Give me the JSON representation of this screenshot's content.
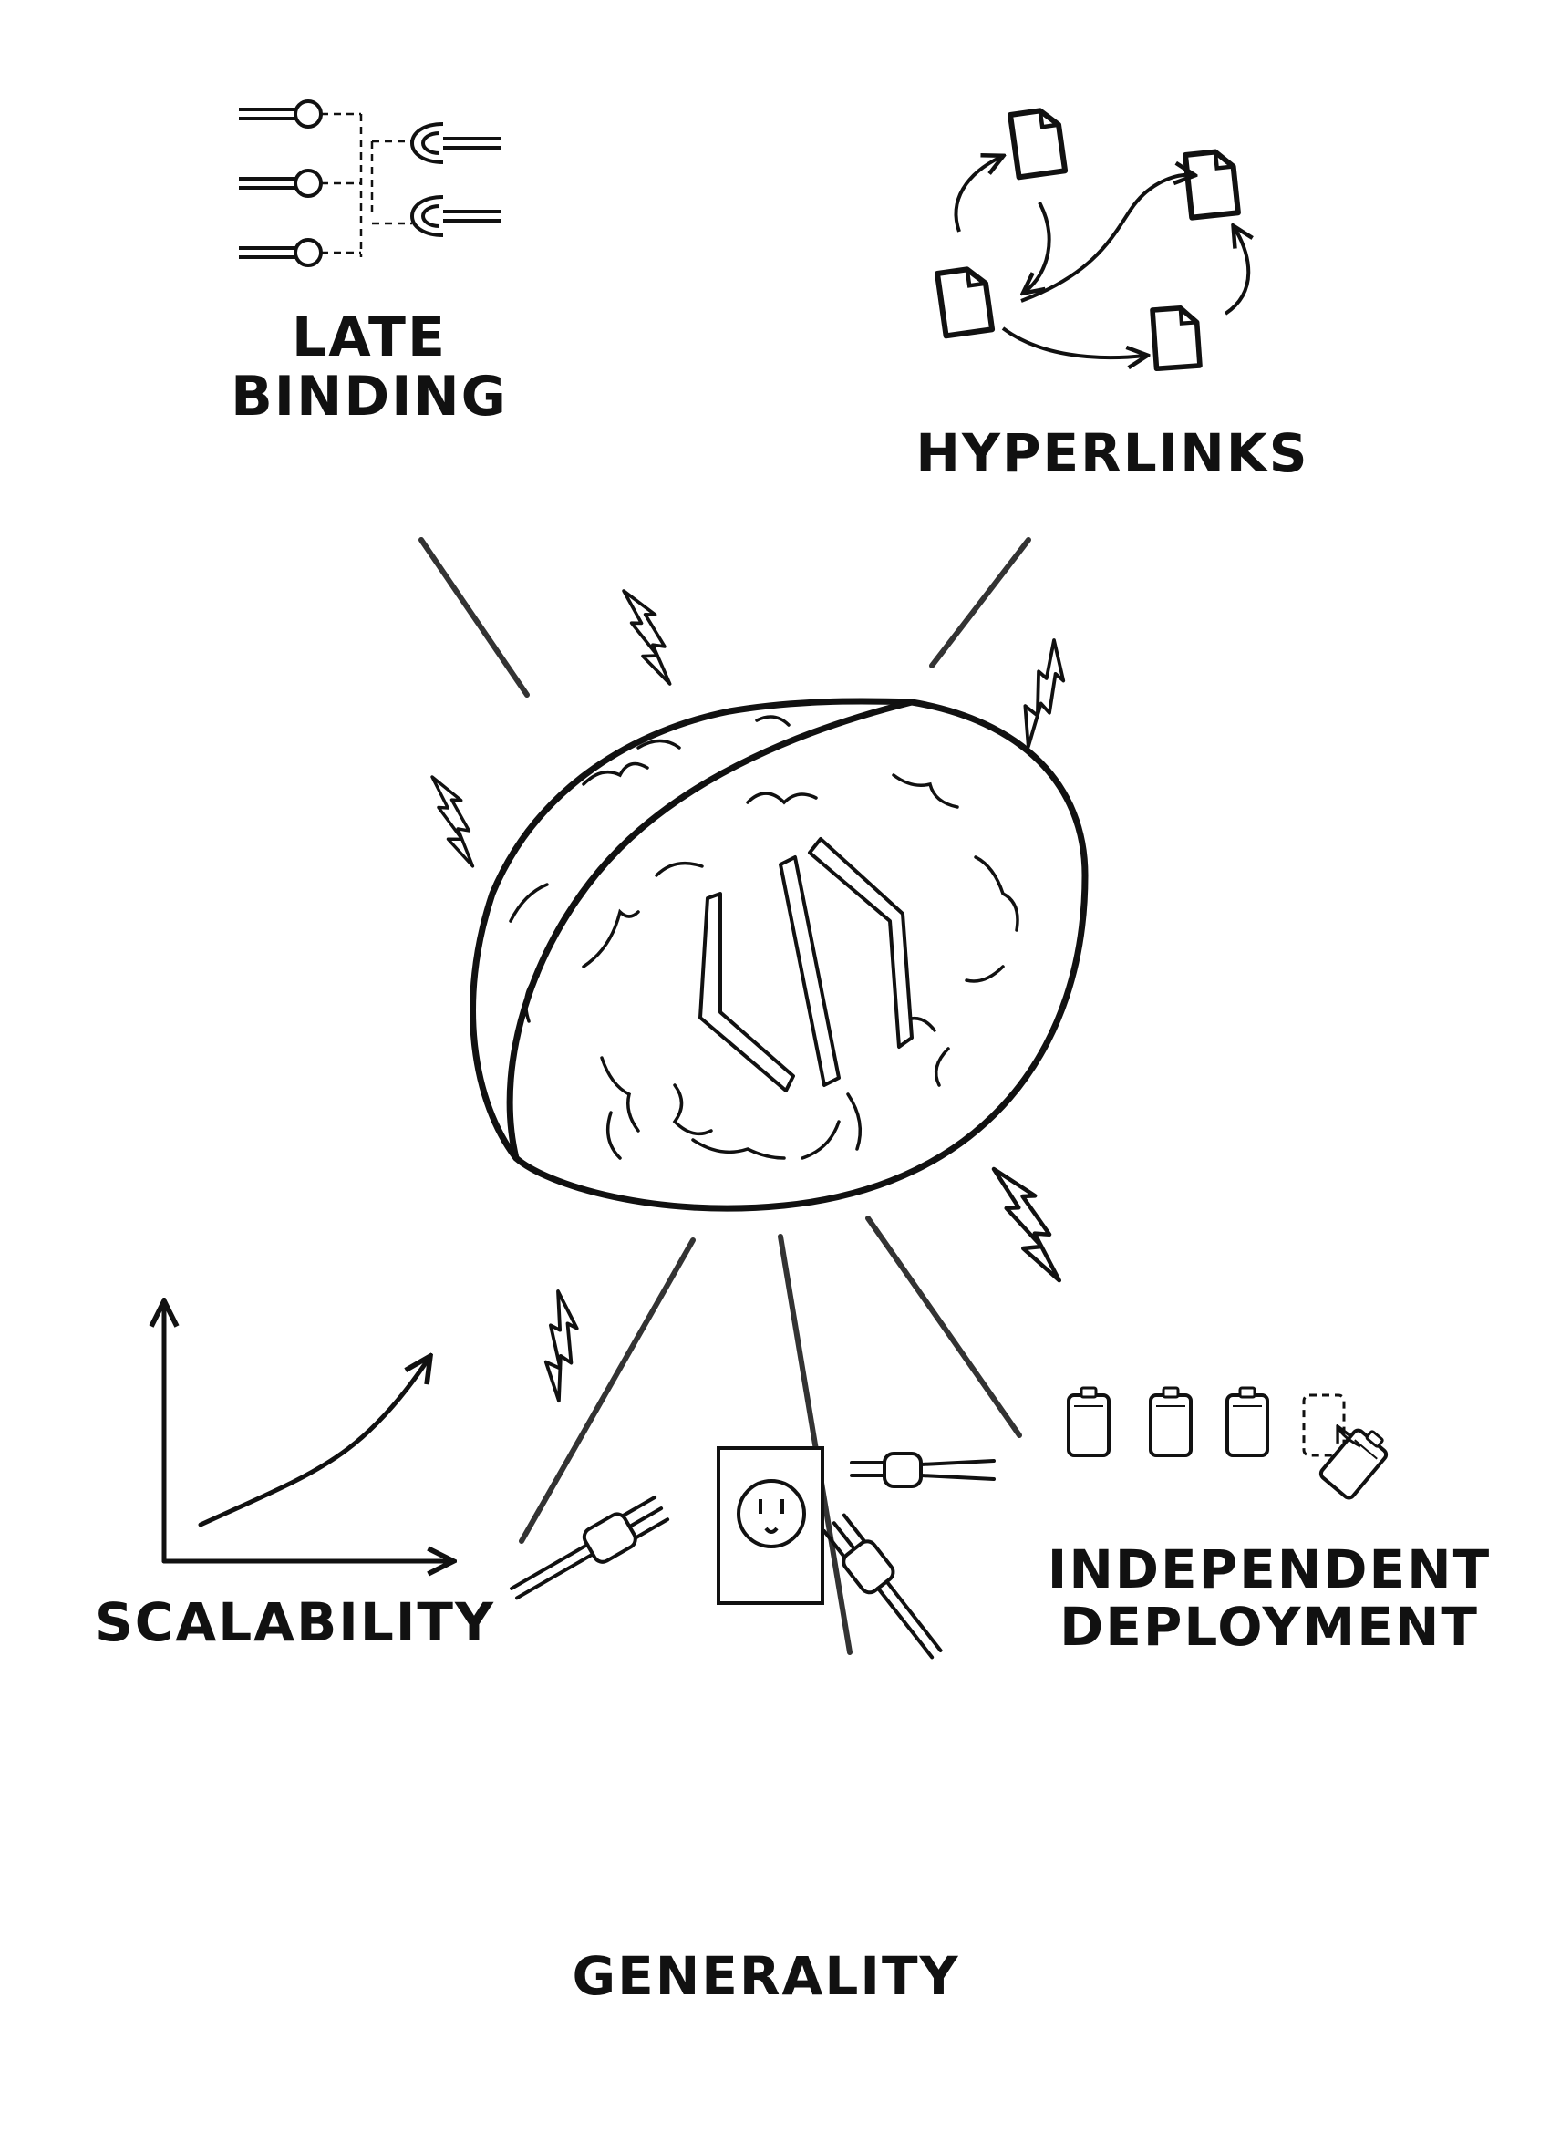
{
  "diagram": {
    "colors": {
      "ink": "#111111",
      "spoke": "#333333",
      "paper": "#ffffff"
    },
    "center": {
      "icon": "brain-code-icon"
    },
    "nodes": {
      "late_binding": {
        "line1": "LATE",
        "line2": "BINDING",
        "icon": "late-binding-connector-icon"
      },
      "hyperlinks": {
        "label": "HYPERLINKS",
        "icon": "linked-documents-icon"
      },
      "scalability": {
        "label": "SCALABILITY",
        "icon": "growth-graph-icon"
      },
      "generality": {
        "label": "GENERALITY",
        "icon": "wall-outlet-plugs-icon"
      },
      "independent_deployment": {
        "line1": "INDEPENDENT",
        "line2": "DEPLOYMENT",
        "icon": "batteries-swap-icon"
      }
    }
  }
}
